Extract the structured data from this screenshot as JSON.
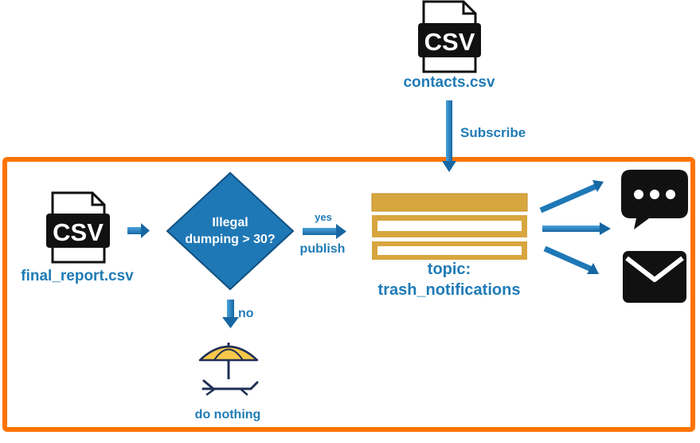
{
  "sources": {
    "contacts": {
      "filename": "contacts.csv",
      "icon": "csv-file-icon",
      "glyph": "CSV"
    },
    "report": {
      "filename": "final_report.csv",
      "icon": "csv-file-icon",
      "glyph": "CSV"
    }
  },
  "edges": {
    "subscribe": "Subscribe",
    "yes": "yes",
    "publish": "publish",
    "no": "no"
  },
  "decision": {
    "line1": "Illegal",
    "line2": "dumping > 30?"
  },
  "topic": {
    "line1": "topic:",
    "line2": "trash_notifications"
  },
  "outcome": {
    "do_nothing": "do nothing",
    "icon": "beach-umbrella-icon"
  },
  "targets": {
    "sms_icon": "chat-bubble-icon",
    "email_icon": "envelope-icon"
  },
  "colors": {
    "boundary": "#ff7300",
    "accent": "#1f7bb6",
    "topic": "#d8a63e",
    "icon": "#111111"
  }
}
